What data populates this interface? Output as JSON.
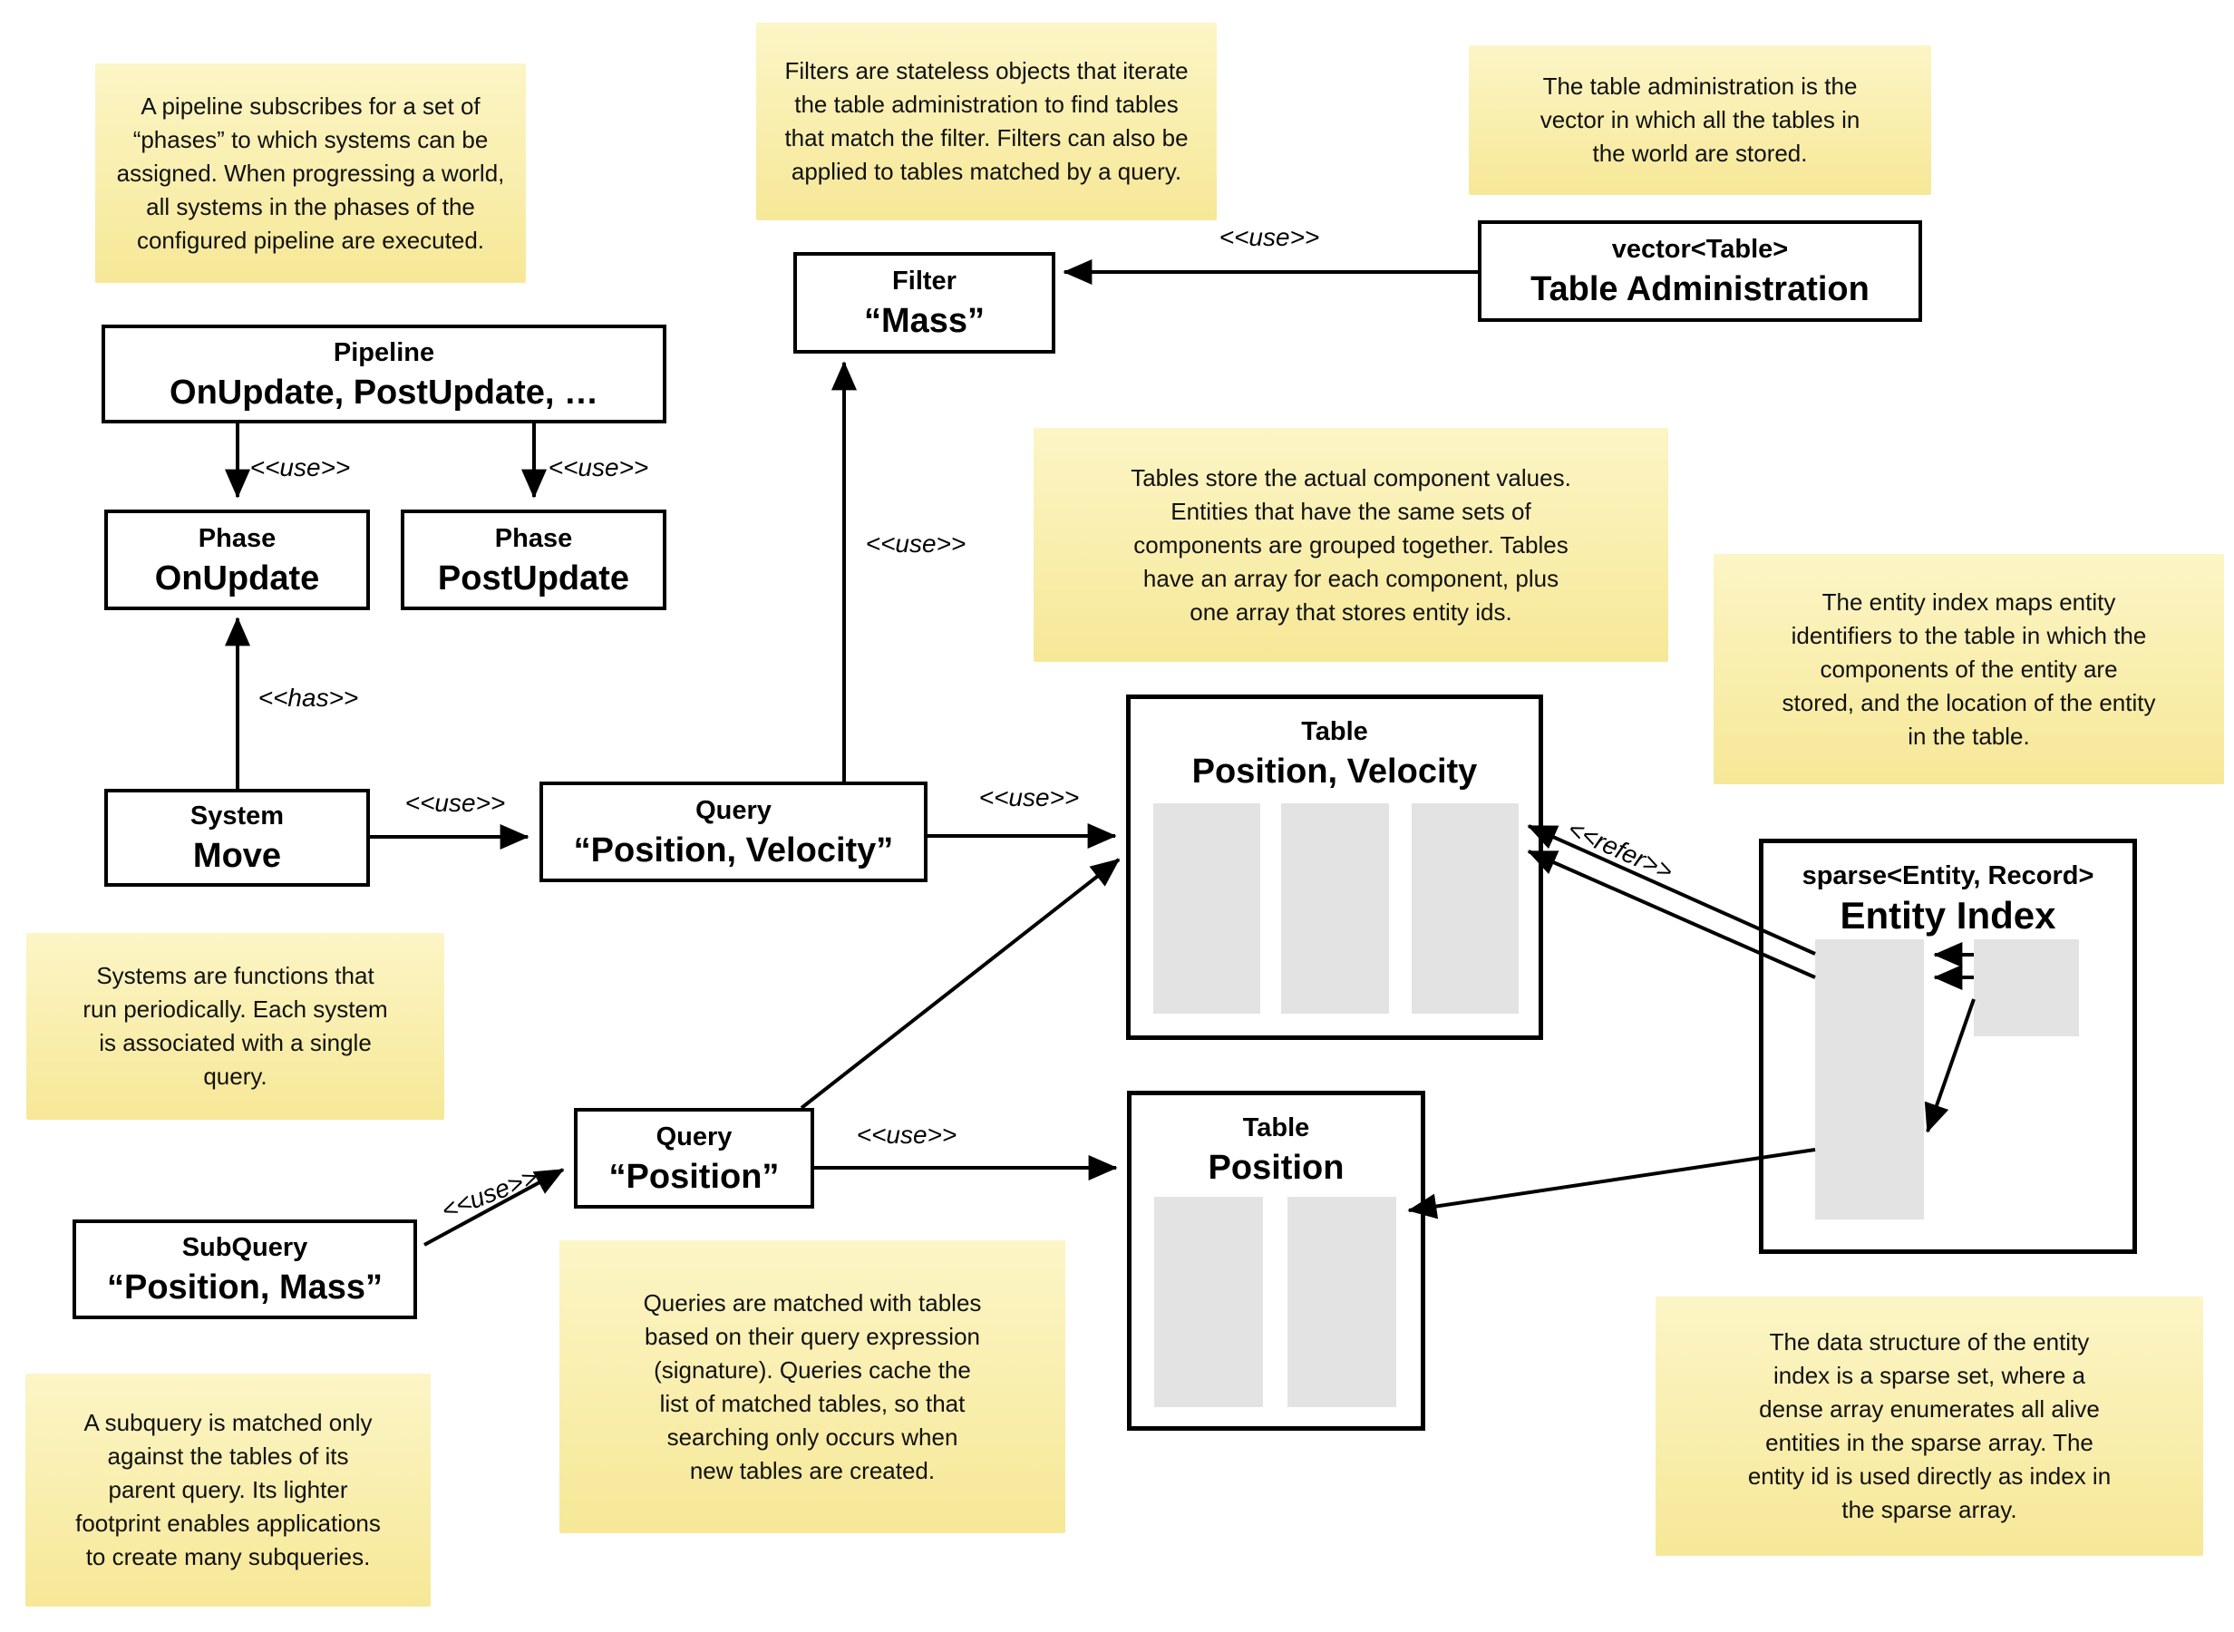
{
  "notes": {
    "pipeline": "A pipeline subscribes for a set of\n“phases” to which systems can be\nassigned. When progressing a world,\nall systems in the phases of the\nconfigured pipeline are executed.",
    "filters": "Filters are stateless objects that iterate\nthe table administration to find tables\nthat match the filter. Filters can also be\napplied to tables matched by a query.",
    "table_admin": "The table administration is the\nvector in which all the tables in\nthe world are stored.",
    "tables": "Tables store the actual component values.\nEntities that have the same sets of\ncomponents are grouped together. Tables\nhave an array for each component, plus\none array that stores entity ids.",
    "entity_index": "The entity index maps entity\nidentifiers to the table in which the\ncomponents of the entity are\nstored, and the location of the entity\nin the table.",
    "systems": "Systems are functions that\nrun periodically. Each system\nis associated with a single\nquery.",
    "subquery": "A subquery is matched only\nagainst the tables of its\nparent query. Its lighter\nfootprint enables applications\nto create many subqueries.",
    "queries": "Queries are matched with tables\nbased on their query expression\n(signature). Queries cache the\nlist of matched tables, so that\nsearching only occurs when\nnew tables are created.",
    "sparse_set": "The data structure of the entity\nindex is a sparse set, where a\ndense array enumerates all alive\nentities in the sparse array. The\nentity id is used directly as index in\nthe sparse array."
  },
  "boxes": {
    "pipeline": {
      "title": "Pipeline",
      "body": "OnUpdate, PostUpdate, …"
    },
    "phase_onupdate": {
      "title": "Phase",
      "body": "OnUpdate"
    },
    "phase_postupdate": {
      "title": "Phase",
      "body": "PostUpdate"
    },
    "system_move": {
      "title": "System",
      "body": "Move"
    },
    "query_pv": {
      "title": "Query",
      "body": "“Position, Velocity”"
    },
    "filter_mass": {
      "title": "Filter",
      "body": "“Mass”"
    },
    "table_admin": {
      "title": "vector<Table>",
      "body": "Table Administration"
    },
    "table_pv": {
      "title": "Table",
      "body": "Position, Velocity"
    },
    "table_pos": {
      "title": "Table",
      "body": "Position"
    },
    "entity_index": {
      "title": "sparse<Entity, Record>",
      "body": "Entity Index"
    },
    "query_pos": {
      "title": "Query",
      "body": "“Position”"
    },
    "subquery": {
      "title": "SubQuery",
      "body": "“Position, Mass”"
    }
  },
  "labels": {
    "use": "<<use>>",
    "has": "<<has>>",
    "refer": "<<refer>>"
  },
  "colors": {
    "note_top": "#FCF5C6",
    "note_bottom": "#F6E897",
    "box_border": "#000000",
    "array_fill": "#E3E3E3",
    "canvas_bg": "#FFFFFF",
    "line": "#000000"
  }
}
